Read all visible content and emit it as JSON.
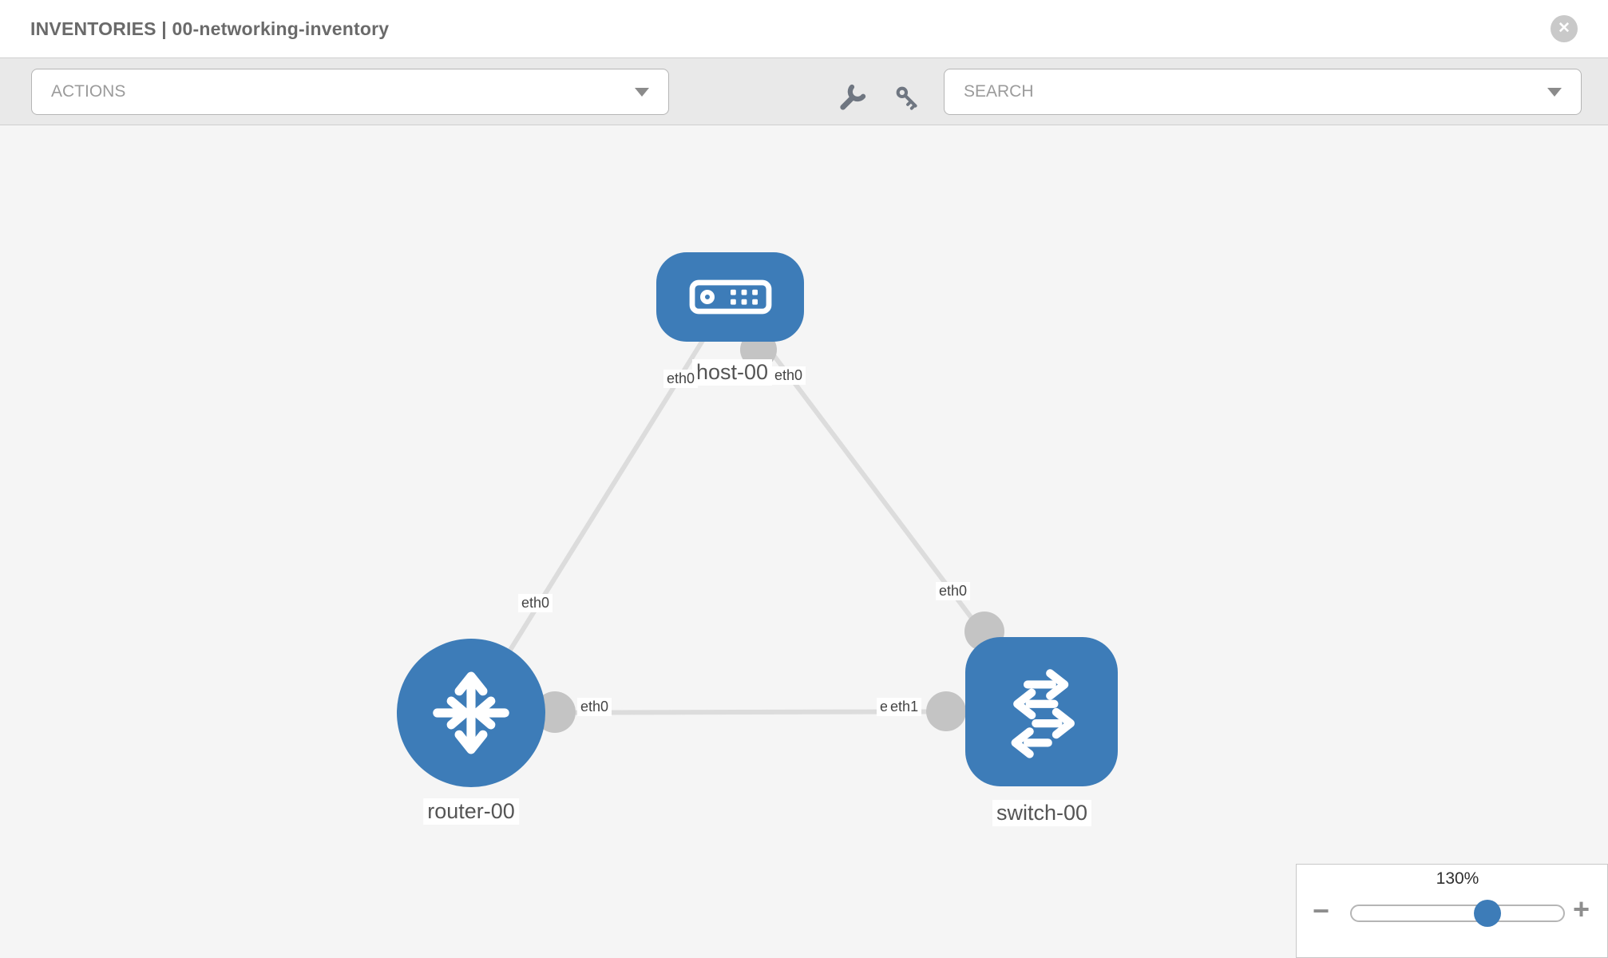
{
  "header": {
    "title": "INVENTORIES | 00-networking-inventory",
    "close_glyph": "✕"
  },
  "toolbar": {
    "actions_placeholder": "ACTIONS",
    "search_placeholder": "SEARCH"
  },
  "topology": {
    "nodes": [
      {
        "label": "host-00",
        "type": "host"
      },
      {
        "label": "router-00",
        "type": "router"
      },
      {
        "label": "switch-00",
        "type": "switch"
      }
    ],
    "links": [
      {
        "source": "host-00",
        "target": "router-00",
        "source_label": "eth0",
        "target_label": "eth0"
      },
      {
        "source": "host-00",
        "target": "switch-00",
        "source_label": "eth0",
        "target_label": "eth0"
      },
      {
        "source": "router-00",
        "target": "switch-00",
        "source_label": "eth0",
        "target_label": "eth1",
        "target_label_overlapped": "eth0"
      }
    ]
  },
  "zoom_control": {
    "value": "130%",
    "zoom_out_glyph": "−",
    "zoom_in_glyph": "+",
    "slider_position_pct": 64
  },
  "colors": {
    "node_blue": "#3d7cb8",
    "link_gray": "#dcdcdc",
    "connector_gray": "#c4c4c4",
    "toolbar_bg": "#e9e9e9",
    "canvas_bg": "#f5f5f5"
  }
}
